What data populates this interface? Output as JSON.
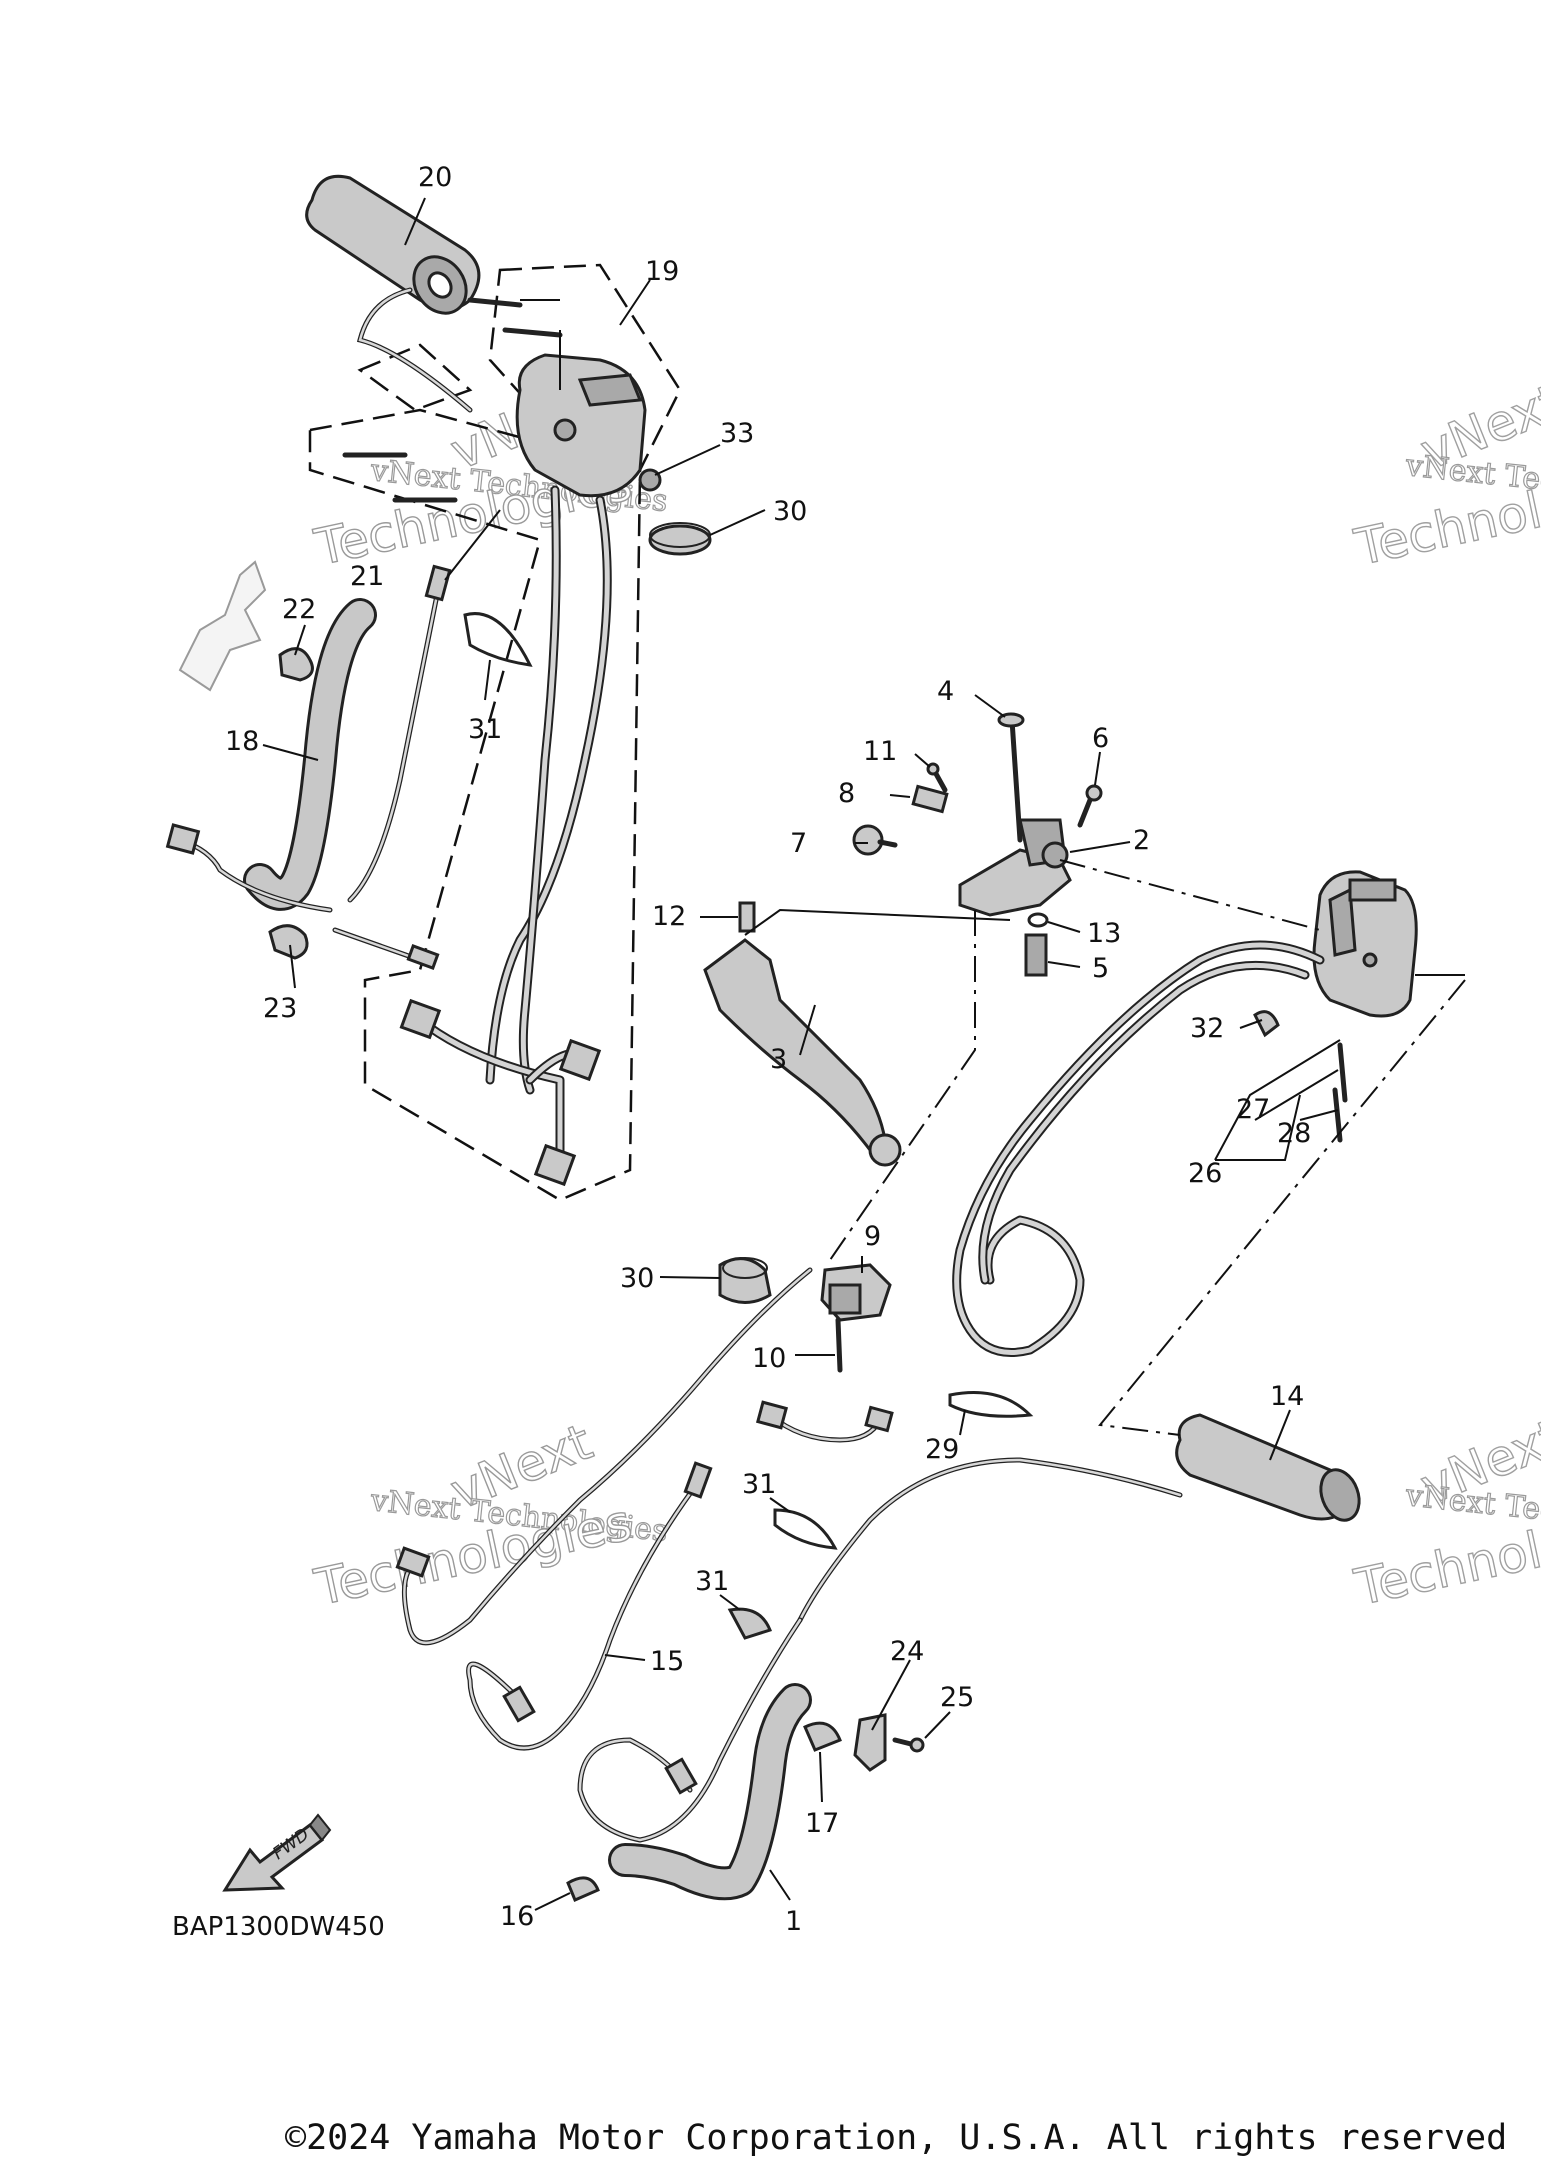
{
  "diagram": {
    "diagram_code": "BAP1300DW450",
    "fwd_label": "FWD",
    "copyright": "©2024 Yamaha Motor Corporation, U.S.A. All rights reserved",
    "watermark": {
      "line1": "vNext Technologies",
      "line2": "vNext",
      "line3": "Technologies"
    },
    "callouts": [
      {
        "id": "c1",
        "label": "1"
      },
      {
        "id": "c2",
        "label": "2"
      },
      {
        "id": "c3",
        "label": "3"
      },
      {
        "id": "c4",
        "label": "4"
      },
      {
        "id": "c5",
        "label": "5"
      },
      {
        "id": "c6",
        "label": "6"
      },
      {
        "id": "c7",
        "label": "7"
      },
      {
        "id": "c8",
        "label": "8"
      },
      {
        "id": "c9",
        "label": "9"
      },
      {
        "id": "c10",
        "label": "10"
      },
      {
        "id": "c11",
        "label": "11"
      },
      {
        "id": "c12",
        "label": "12"
      },
      {
        "id": "c13",
        "label": "13"
      },
      {
        "id": "c14",
        "label": "14"
      },
      {
        "id": "c15",
        "label": "15"
      },
      {
        "id": "c16",
        "label": "16"
      },
      {
        "id": "c17",
        "label": "17"
      },
      {
        "id": "c18",
        "label": "18"
      },
      {
        "id": "c19",
        "label": "19"
      },
      {
        "id": "c20",
        "label": "20"
      },
      {
        "id": "c21",
        "label": "21"
      },
      {
        "id": "c22",
        "label": "22"
      },
      {
        "id": "c23",
        "label": "23"
      },
      {
        "id": "c24",
        "label": "24"
      },
      {
        "id": "c25",
        "label": "25"
      },
      {
        "id": "c26",
        "label": "26"
      },
      {
        "id": "c27",
        "label": "27"
      },
      {
        "id": "c28",
        "label": "28"
      },
      {
        "id": "c29",
        "label": "29"
      },
      {
        "id": "c30a",
        "label": "30"
      },
      {
        "id": "c30b",
        "label": "30"
      },
      {
        "id": "c31a",
        "label": "31"
      },
      {
        "id": "c31b",
        "label": "31"
      },
      {
        "id": "c31c",
        "label": "31"
      },
      {
        "id": "c32",
        "label": "32"
      },
      {
        "id": "c33",
        "label": "33"
      }
    ]
  }
}
